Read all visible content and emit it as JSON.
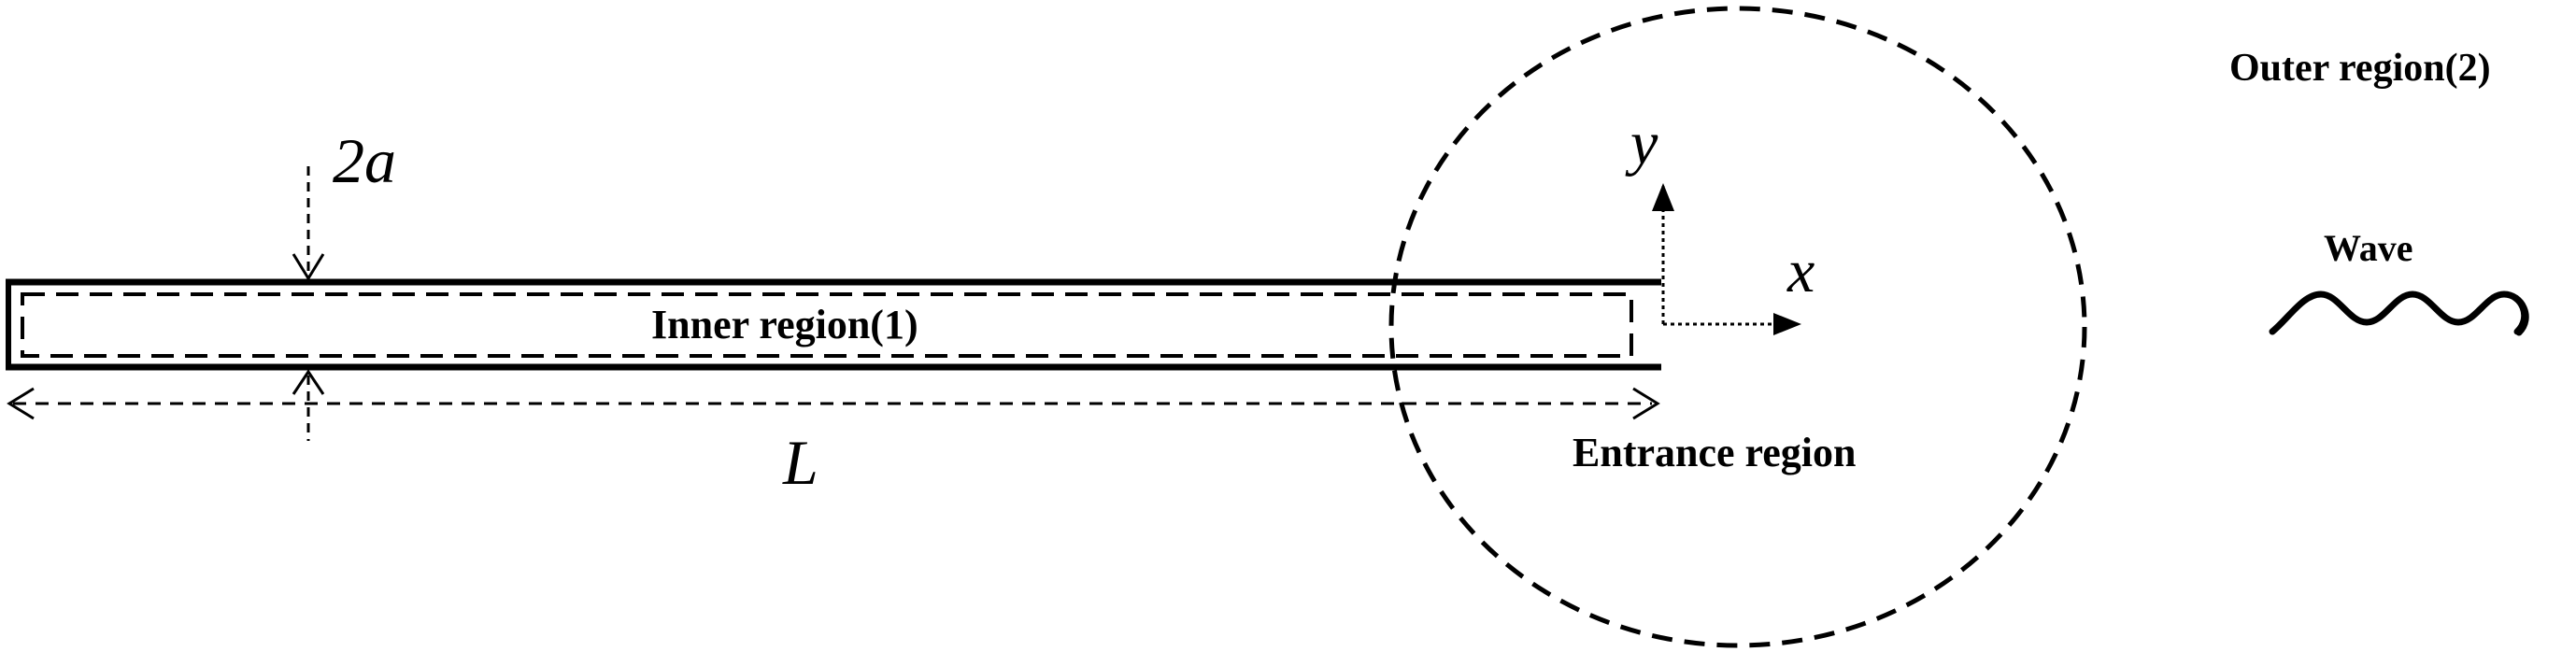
{
  "labels": {
    "outer_region": "Outer region(2)",
    "wave": "Wave",
    "thickness": "2a",
    "length": "L",
    "y_axis": "y",
    "x_axis": "x",
    "inner_region": "Inner region(1)",
    "entrance_region": "Entrance region"
  }
}
